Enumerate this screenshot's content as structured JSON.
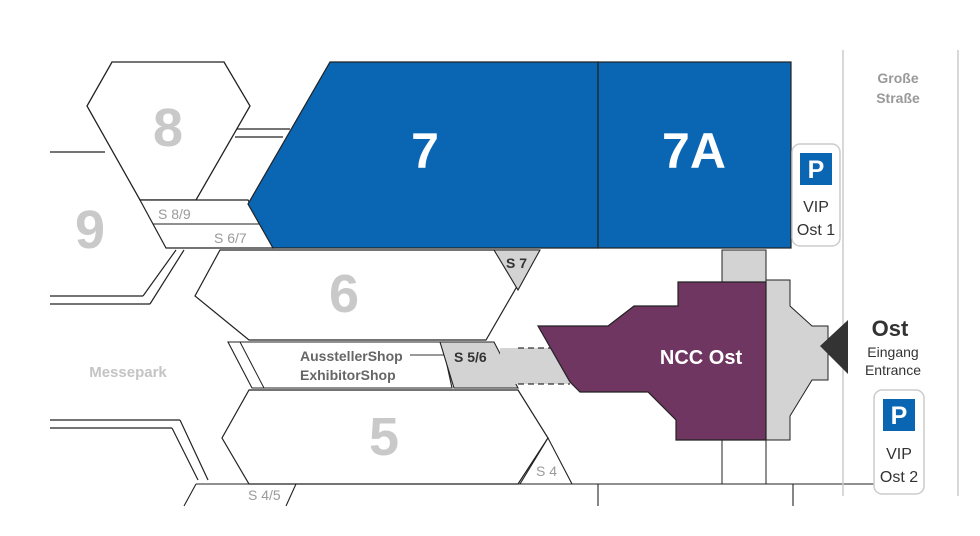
{
  "halls": {
    "h8": "8",
    "h9": "9",
    "h7": "7",
    "h7a": "7A",
    "h6": "6",
    "h5": "5"
  },
  "passages": {
    "s89": "S 8/9",
    "s67": "S 6/7",
    "s7": "S 7",
    "s56": "S 5/6",
    "s4": "S 4",
    "s45": "S 4/5"
  },
  "shop": {
    "line1": "AusstellerShop",
    "line2": "ExhibitorShop"
  },
  "ncc": "NCC Ost",
  "messepark": "Messepark",
  "street": {
    "line1": "Große",
    "line2": "Straße"
  },
  "entrance": {
    "name": "Ost",
    "de": "Eingang",
    "en": "Entrance"
  },
  "parking1": {
    "symbol": "P",
    "line1": "VIP",
    "line2": "Ost 1"
  },
  "parking2": {
    "symbol": "P",
    "line1": "VIP",
    "line2": "Ost 2"
  },
  "colors": {
    "hall_blue": "#0a66b3",
    "ncc_purple": "#6e3660",
    "grey_fill": "#d3d3d3",
    "outline": "#222222"
  }
}
